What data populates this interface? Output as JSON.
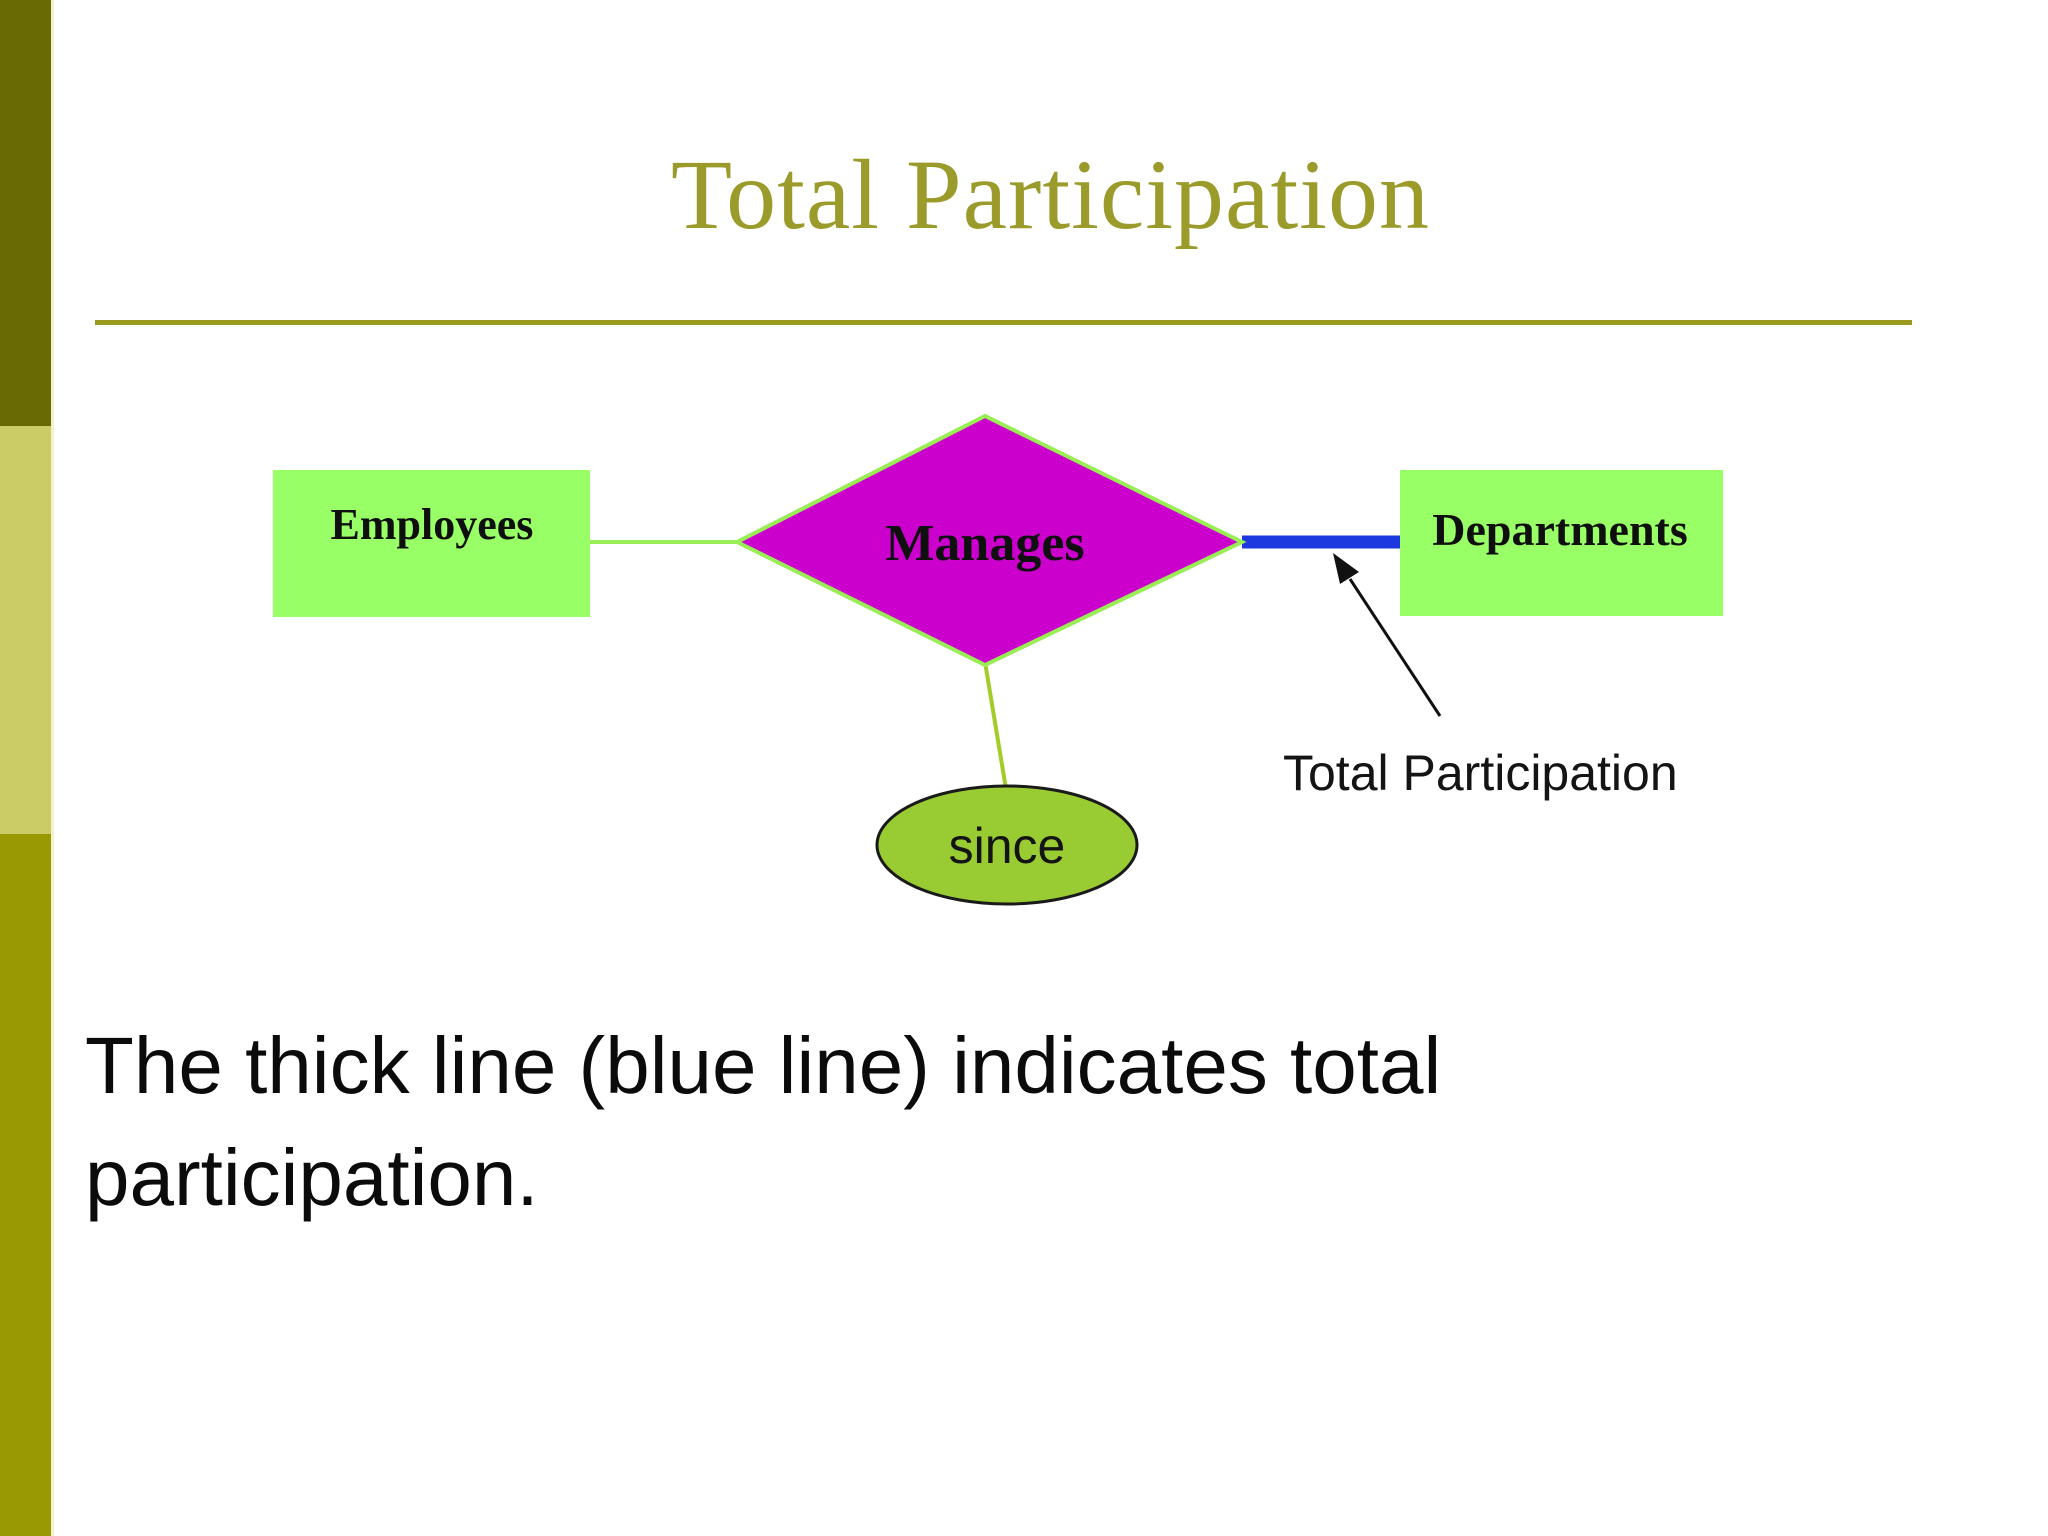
{
  "slide": {
    "title": "Total Participation",
    "body": {
      "line1": "The thick line (blue line) indicates total",
      "line2": "participation."
    }
  },
  "diagram": {
    "entity_left": "Employees",
    "relationship": "Manages",
    "entity_right": "Departments",
    "attribute": "since",
    "callout": "Total Participation",
    "colors": {
      "entity_fill": "#99FF66",
      "relationship_fill": "#CC00CC",
      "relationship_border": "#99EE55",
      "attribute_fill": "#99CC33",
      "total_participation_line": "#1C39E0",
      "connector_green": "#99EE55",
      "attribute_stem": "#A3CC29"
    }
  },
  "chrome": {
    "sidebar_band_colors": [
      "#6A6A04",
      "#CCCC66",
      "#999903"
    ],
    "title_color": "#9B9B2B",
    "divider_color": "#9A9A1F"
  }
}
